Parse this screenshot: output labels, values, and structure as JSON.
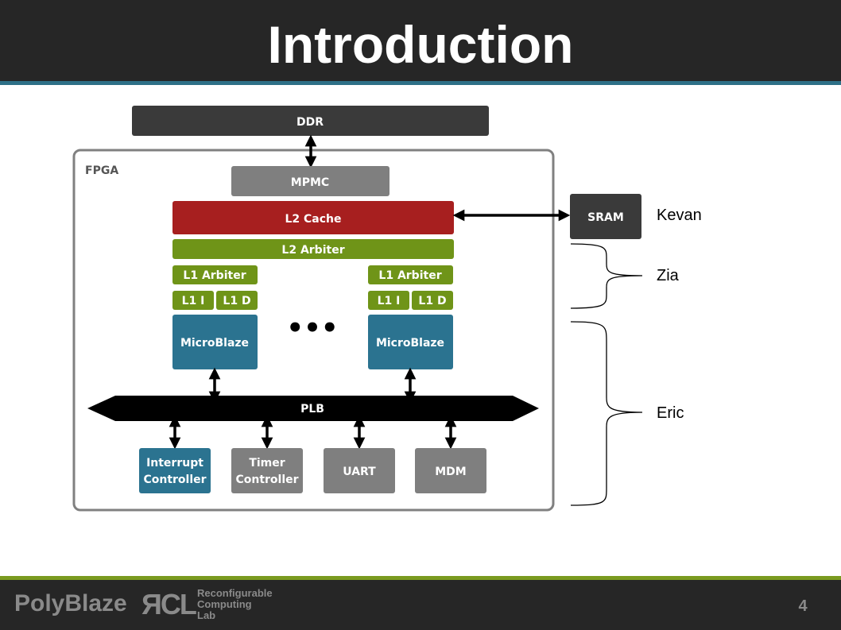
{
  "slide": {
    "title": "Introduction",
    "page_number": "4"
  },
  "diagram": {
    "ddr": "DDR",
    "fpga": "FPGA",
    "mpmc": "MPMC",
    "l2_cache": "L2 Cache",
    "l2_arbiter": "L2 Arbiter",
    "sram": "SRAM",
    "cores": [
      {
        "l1_arbiter": "L1 Arbiter",
        "l1_i": "L1 I",
        "l1_d": "L1 D",
        "cpu": "MicroBlaze"
      },
      {
        "l1_arbiter": "L1 Arbiter",
        "l1_i": "L1 I",
        "l1_d": "L1 D",
        "cpu": "MicroBlaze"
      }
    ],
    "ellipsis": "•••",
    "bus": "PLB",
    "peripherals": [
      {
        "line1": "Interrupt",
        "line2": "Controller"
      },
      {
        "line1": "Timer",
        "line2": "Controller"
      },
      {
        "line1": "UART",
        "line2": ""
      },
      {
        "line1": "MDM",
        "line2": ""
      }
    ]
  },
  "annotations": {
    "kevan": "Kevan",
    "zia": "Zia",
    "eric": "Eric"
  },
  "footer": {
    "logo": "PolyBlaze",
    "rcl_mark": "ЯCL",
    "rcl_line1": "Reconfigurable",
    "rcl_line2": "Computing",
    "rcl_line3": "Lab"
  },
  "colors": {
    "header": "#262626",
    "header_rule": "#2e7087",
    "footer_rule": "#7a9a20",
    "ddr": "#3a3a3a",
    "gray_block": "#7f7f7f",
    "l2_cache": "#a71f1f",
    "green": "#6f9418",
    "blue": "#2b7390"
  }
}
